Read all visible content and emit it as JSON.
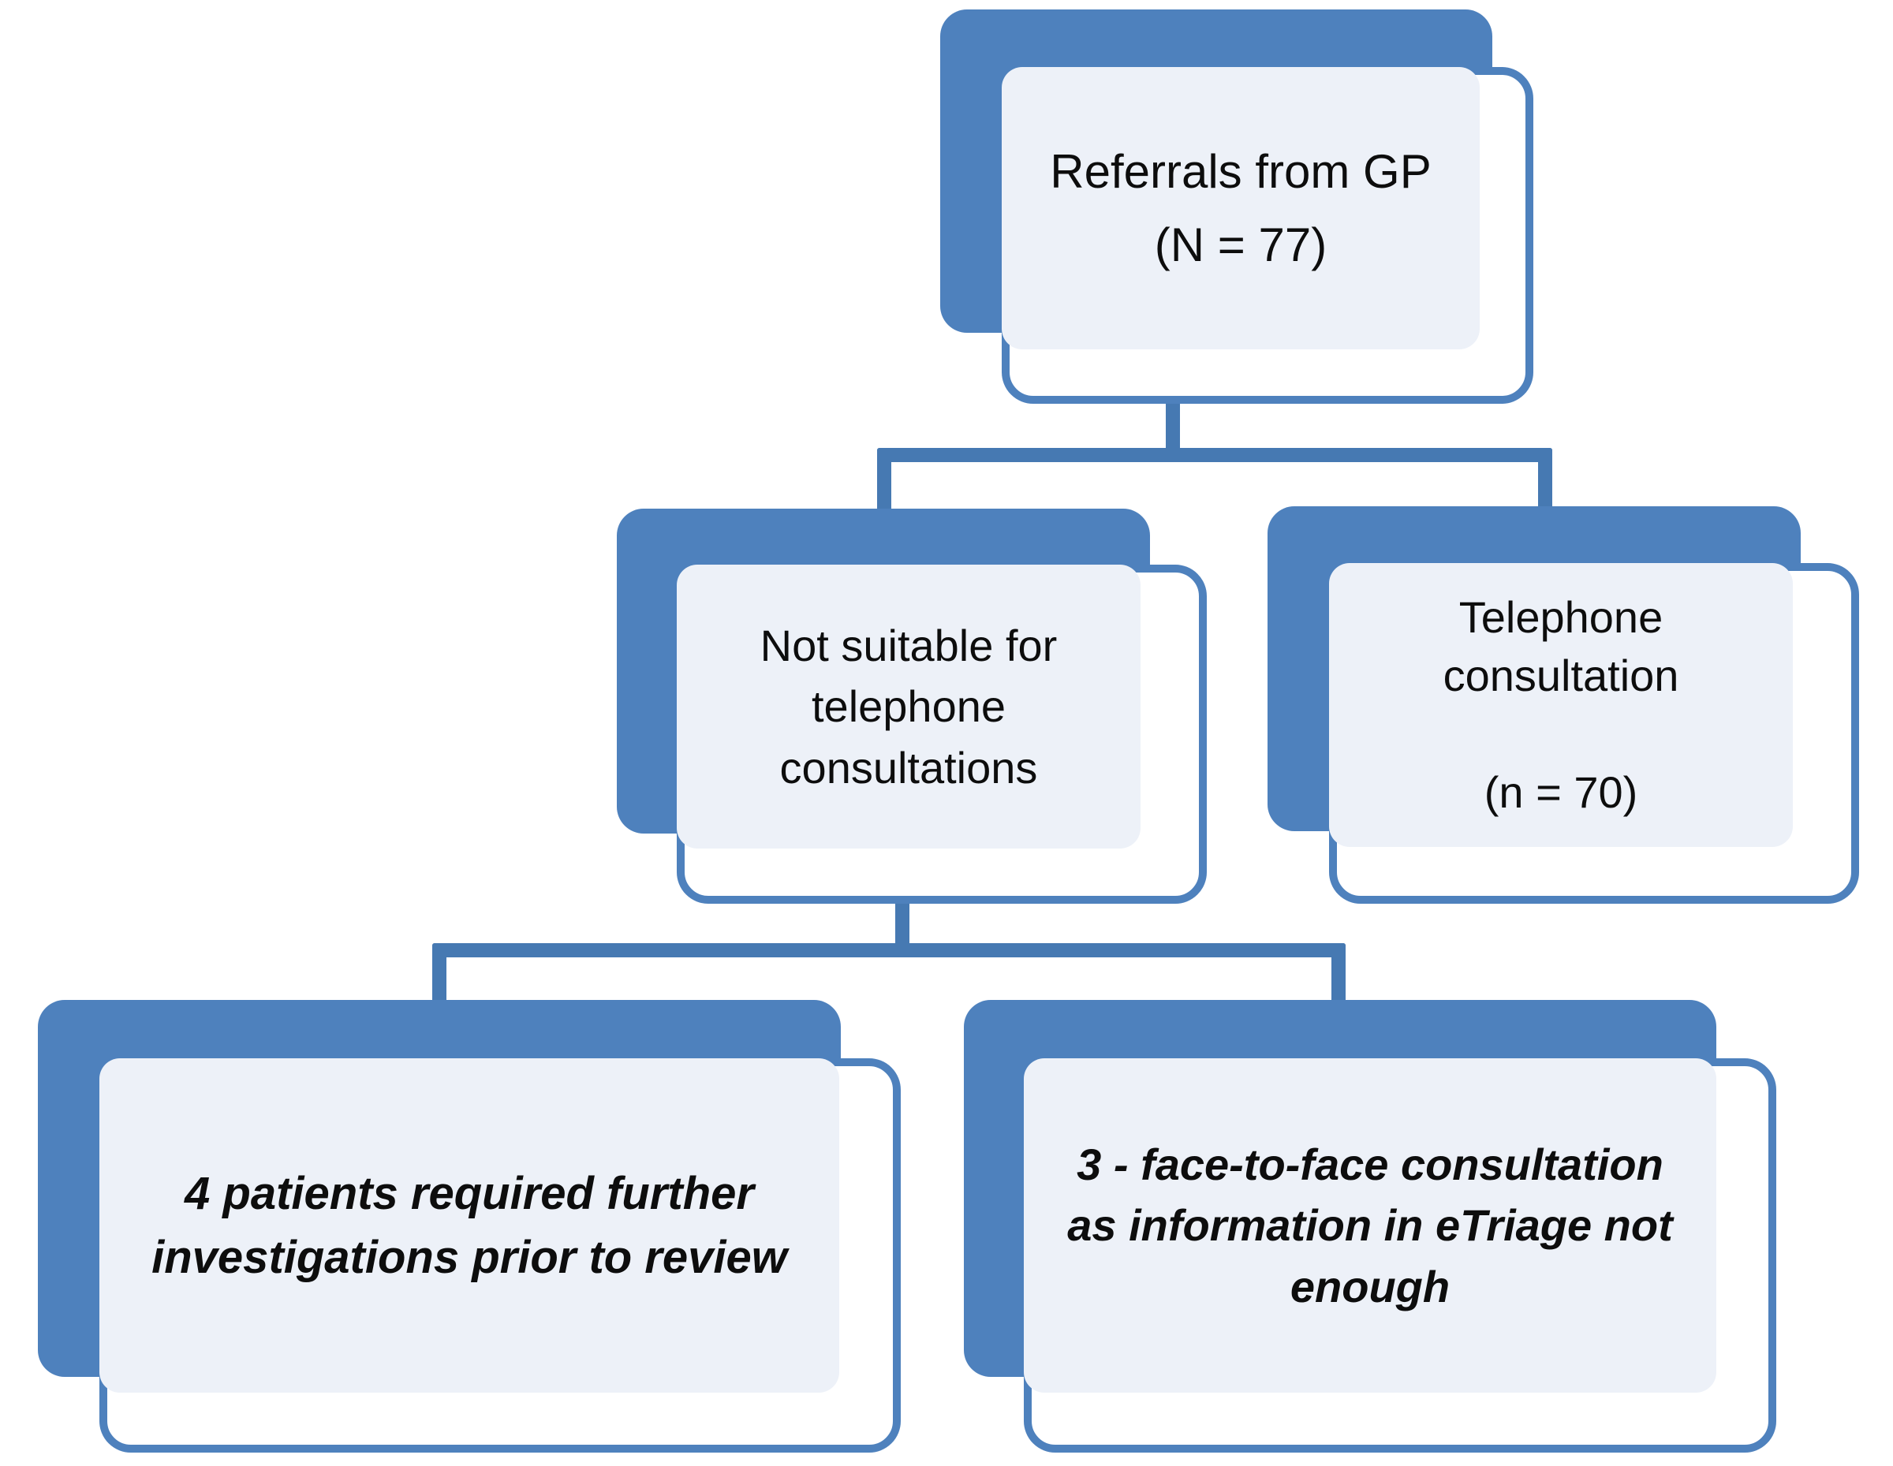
{
  "diagram": {
    "title": "Referral pathway flowchart",
    "accent_color": "#4E81BD",
    "connector_color": "#4679B2",
    "panel_color": "#EDF1F8",
    "text_color": "#0D0D0D",
    "nodes": [
      {
        "id": "referrals-from-gp",
        "line1": "Referrals from GP",
        "line2": "(N = 77)",
        "text": "Referrals from GP\n(N = 77)",
        "count_label": "N = 77",
        "count": 77,
        "style": "plain",
        "level": 1
      },
      {
        "id": "not-suitable-for-telephone-consultations",
        "text": "Not suitable for\ntelephone\nconsultations",
        "count_label": "",
        "style": "plain",
        "level": 2
      },
      {
        "id": "telephone-consultation",
        "line1": "Telephone",
        "line2": "consultation",
        "line3": "(n = 70)",
        "text": "Telephone\nconsultation\n\n(n = 70)",
        "count_label": "n = 70",
        "count": 70,
        "style": "plain",
        "level": 2
      },
      {
        "id": "further-investigations",
        "text": "4 patients required further\ninvestigations prior to review",
        "count_label": "4",
        "count": 4,
        "style": "bold-italic",
        "level": 3
      },
      {
        "id": "face-to-face-consultation",
        "text": "3 - face-to-face consultation\nas information in eTriage not\nenough",
        "count_label": "3",
        "count": 3,
        "style": "bold-italic",
        "level": 3
      }
    ],
    "edges": [
      {
        "id": "edge-referrals-to-not-suitable",
        "from": "referrals-from-gp",
        "to": "not-suitable-for-telephone-consultations"
      },
      {
        "id": "edge-referrals-to-telephone",
        "from": "referrals-from-gp",
        "to": "telephone-consultation"
      },
      {
        "id": "edge-not-suitable-to-investigations",
        "from": "not-suitable-for-telephone-consultations",
        "to": "further-investigations"
      },
      {
        "id": "edge-not-suitable-to-face-to-face",
        "from": "not-suitable-for-telephone-consultations",
        "to": "face-to-face-consultation"
      }
    ]
  }
}
